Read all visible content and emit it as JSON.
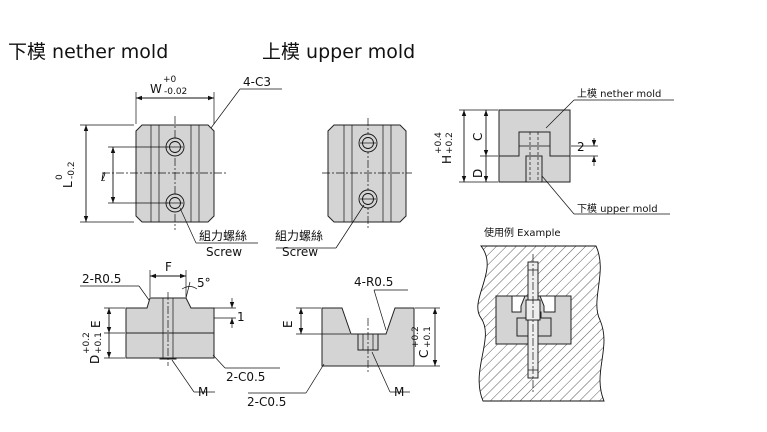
{
  "titles": {
    "nether": "下模 nether mold",
    "upper": "上模 upper mold",
    "example": "使用例 Example"
  },
  "top_view": {
    "width_dim": "W",
    "width_tol_plus": "+0",
    "width_tol_minus": "-0.02",
    "chamfer": "4-C3",
    "length_dim": "L",
    "length_tol_plus": "0",
    "length_tol_minus": "-0.2",
    "pitch": "ℓ",
    "screw_label_cn": "組力螺絲",
    "screw_label_en": "Screw"
  },
  "side_view": {
    "H": "H",
    "H_tol_plus": "+0.4",
    "H_tol_minus": "+0.2",
    "C": "C",
    "D": "D",
    "gap": "2",
    "label_upper_mold": "上模 nether mold",
    "label_lower_mold": "下模 upper mold"
  },
  "section_nether": {
    "radius": "2-R0.5",
    "F": "F",
    "angle": "5°",
    "step": "1",
    "E": "E",
    "D": "D",
    "D_tol_plus": "+0.2",
    "D_tol_minus": "+0.1",
    "chamfer": "2-C0.5",
    "M": "M"
  },
  "section_upper": {
    "radius": "4-R0.5",
    "E": "E",
    "C": "C",
    "C_tol_plus": "+0.2",
    "C_tol_minus": "+0.1",
    "chamfer": "2-C0.5",
    "M": "M"
  },
  "colors": {
    "part_fill": "#d4d4d4",
    "line": "#111111",
    "background": "#ffffff"
  }
}
